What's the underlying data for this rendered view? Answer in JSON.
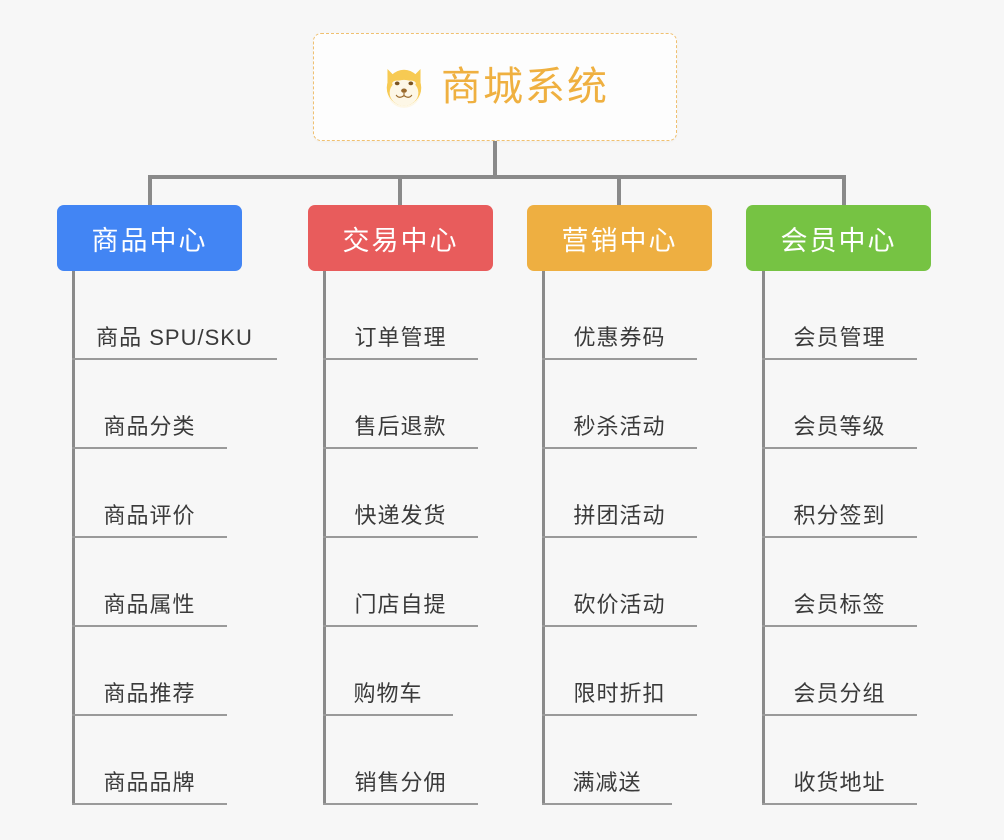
{
  "root": {
    "title": "商城系统",
    "icon": "shiba-dog-face-icon",
    "border_color": "#f0c070",
    "text_color": "#efb040",
    "background": "#fdfdfd"
  },
  "canvas": {
    "background": "#f7f7f7",
    "connector_color": "#8a8a8a",
    "leaf_rule_color": "#9a9a9a",
    "leaf_text_color": "#3a3a3a"
  },
  "branches": [
    {
      "label": "商品中心",
      "color": "#4285f4",
      "leaves": [
        "商品 SPU/SKU",
        "商品分类",
        "商品评价",
        "商品属性",
        "商品推荐",
        "商品品牌"
      ]
    },
    {
      "label": "交易中心",
      "color": "#e85c5c",
      "leaves": [
        "订单管理",
        "售后退款",
        "快递发货",
        "门店自提",
        "购物车",
        "销售分佣"
      ]
    },
    {
      "label": "营销中心",
      "color": "#eeaf41",
      "leaves": [
        "优惠券码",
        "秒杀活动",
        "拼团活动",
        "砍价活动",
        "限时折扣",
        "满减送"
      ]
    },
    {
      "label": "会员中心",
      "color": "#76c343",
      "leaves": [
        "会员管理",
        "会员等级",
        "积分签到",
        "会员标签",
        "会员分组",
        "收货地址"
      ]
    }
  ]
}
